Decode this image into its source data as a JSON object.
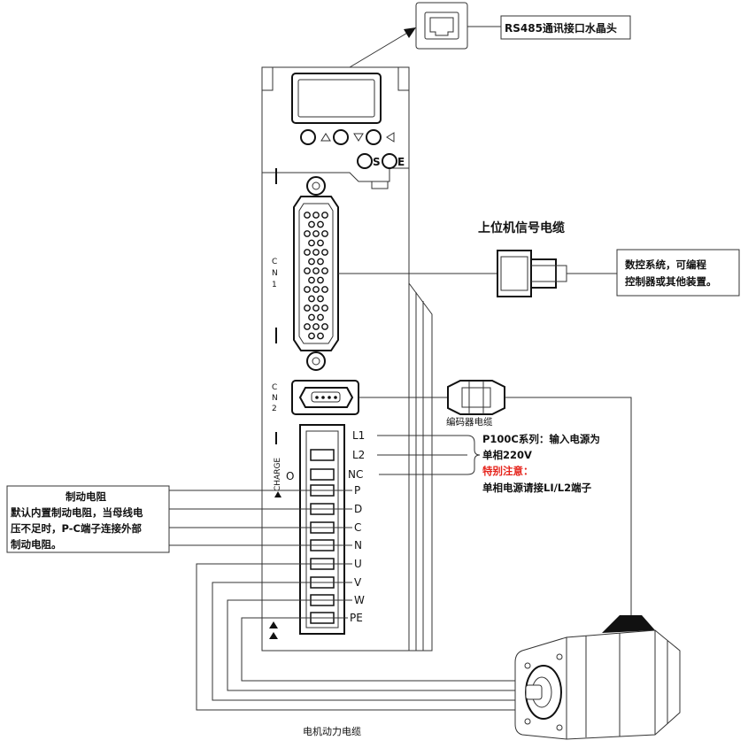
{
  "rs485_label": "RS485通讯接口水晶头",
  "upper_signal_cable": "上位机信号电缆",
  "cnc_note_line1": "数控系统，可编程",
  "cnc_note_line2": "控制器或其他装置。",
  "cn1_label": [
    "C",
    "N",
    "1"
  ],
  "cn2_label": [
    "C",
    "N",
    "2"
  ],
  "encoder_cable": "编码器电缆",
  "charge_label": "CHARGE",
  "charge_led": "O",
  "key_s": "S",
  "key_e": "E",
  "terminals": [
    "L1",
    "L2",
    "NC",
    "P",
    "D",
    "C",
    "N",
    "U",
    "V",
    "W",
    "PE"
  ],
  "power_note": {
    "line1": "P100C系列：输入电源为",
    "line2": "单相220V",
    "attention": "特别注意：",
    "line3": "单相电源请接LI/L2端子"
  },
  "brake_note": {
    "title": "制动电阻",
    "line1": "默认内置制动电阻，当母线电",
    "line2": "压不足时，P-C端子连接外部",
    "line3": "制动电阻。"
  },
  "motor_power_cable": "电机动力电缆",
  "colors": {
    "attention": "#e5231b",
    "line": "#333333",
    "fill": "#ffffff"
  }
}
